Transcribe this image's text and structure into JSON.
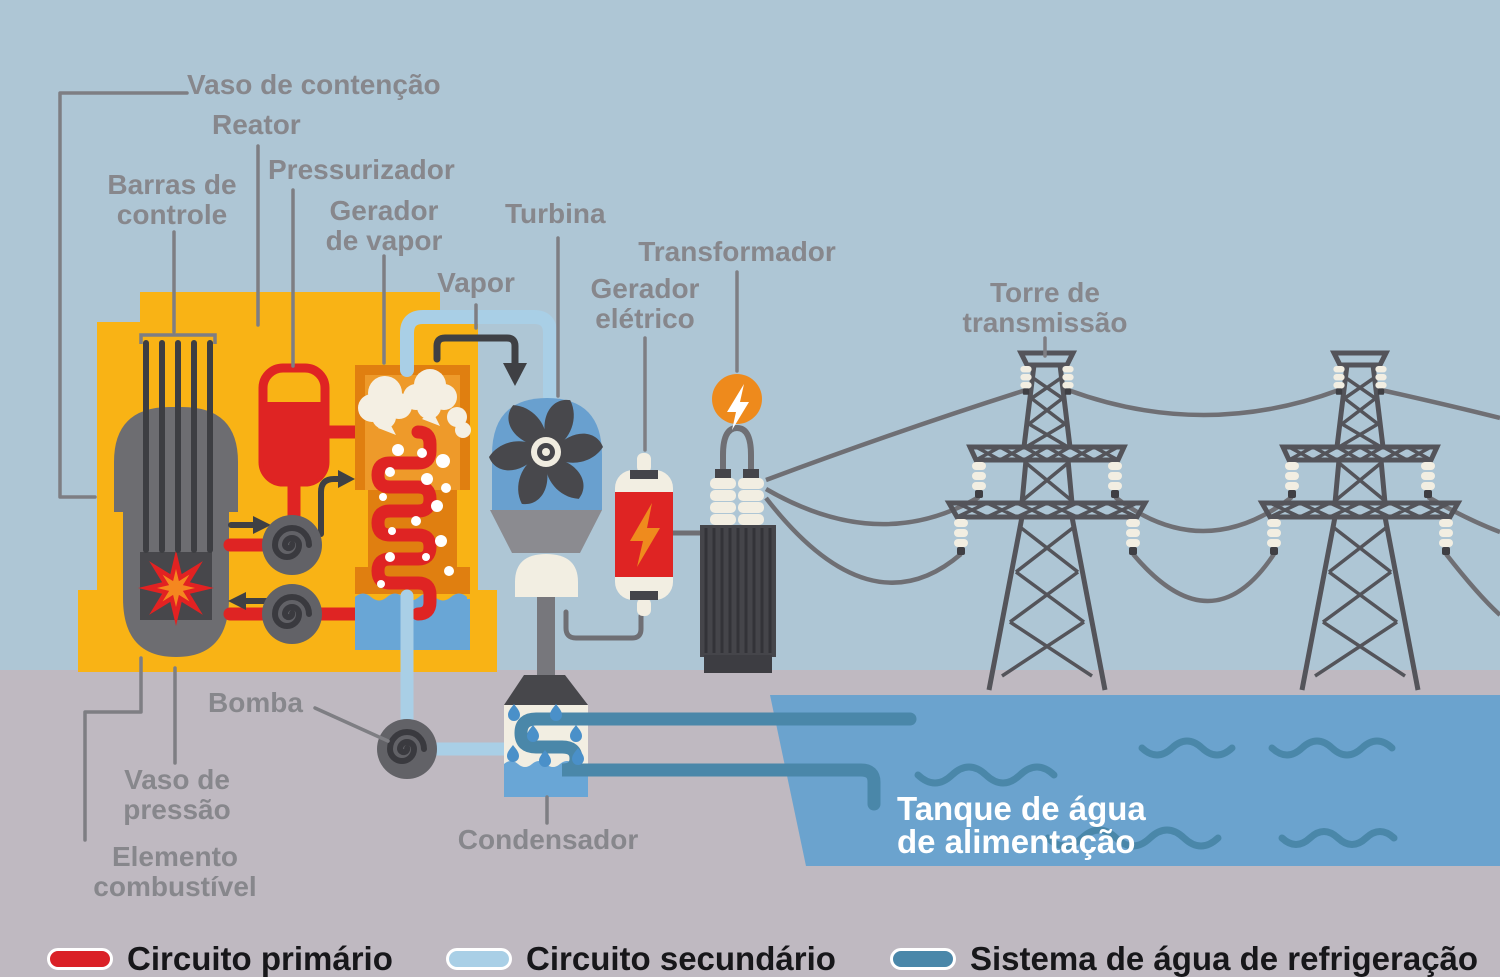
{
  "labels": {
    "vaso_contencao": {
      "lines": [
        "Vaso de contenção"
      ]
    },
    "reator": {
      "lines": [
        "Reator"
      ]
    },
    "barras_controle": {
      "lines": [
        "Barras de",
        "controle"
      ]
    },
    "pressurizador": {
      "lines": [
        "Pressurizador"
      ]
    },
    "gerador_vapor": {
      "lines": [
        "Gerador",
        "de vapor"
      ]
    },
    "turbina": {
      "lines": [
        "Turbina"
      ]
    },
    "vapor": {
      "lines": [
        "Vapor"
      ]
    },
    "transformador": {
      "lines": [
        "Transformador"
      ]
    },
    "gerador_eletrico": {
      "lines": [
        "Gerador",
        "elétrico"
      ]
    },
    "torre_transmissao": {
      "lines": [
        "Torre de",
        "transmissão"
      ]
    },
    "bomba": {
      "lines": [
        "Bomba"
      ]
    },
    "vaso_pressao": {
      "lines": [
        "Vaso de",
        "pressão"
      ]
    },
    "elemento_combustivel": {
      "lines": [
        "Elemento",
        "combustível"
      ]
    },
    "condensador": {
      "lines": [
        "Condensador"
      ]
    },
    "tanque": {
      "lines": [
        "Tanque de água",
        "de alimentação"
      ]
    }
  },
  "legend": {
    "items": [
      {
        "label": "Circuito primário",
        "color": "#da2127"
      },
      {
        "label": "Circuito secundário",
        "color": "#a9cfe6"
      },
      {
        "label": "Sistema de água de refrigeração",
        "color": "#4a87a9"
      }
    ]
  },
  "icons": {
    "lightning-bolt-icon": "zigzag bolt shape",
    "pump-spiral-icon": "spiral in circle",
    "turbine-fan-icon": "six curved blades pinwheel",
    "burst-star-icon": "8-point starburst",
    "steam-cloud-icon": "white puff cluster",
    "water-drop-icon": "teardrop",
    "wave-icon": "scalloped wave line"
  },
  "colors": {
    "sky": "#aec6d5",
    "ground": "#bfb9c1",
    "containment_yellow": "#f9b315",
    "primary_red": "#df2423",
    "secondary_light_blue": "#a9cfe6",
    "cooling_blue": "#4a87a9",
    "tank_blue": "#6ba3ce",
    "steam_generator_orange": "#e07f10",
    "steam_generator_orange_light": "#ee9a2a",
    "vessel_gray": "#6d6d71",
    "dark_gray": "#45454a",
    "label_gray": "#87878c",
    "cream": "#f2eee2",
    "bolt_orange": "#ee8a1c",
    "turbine_blue": "#69a0cf",
    "legend_text": "#17171a"
  }
}
